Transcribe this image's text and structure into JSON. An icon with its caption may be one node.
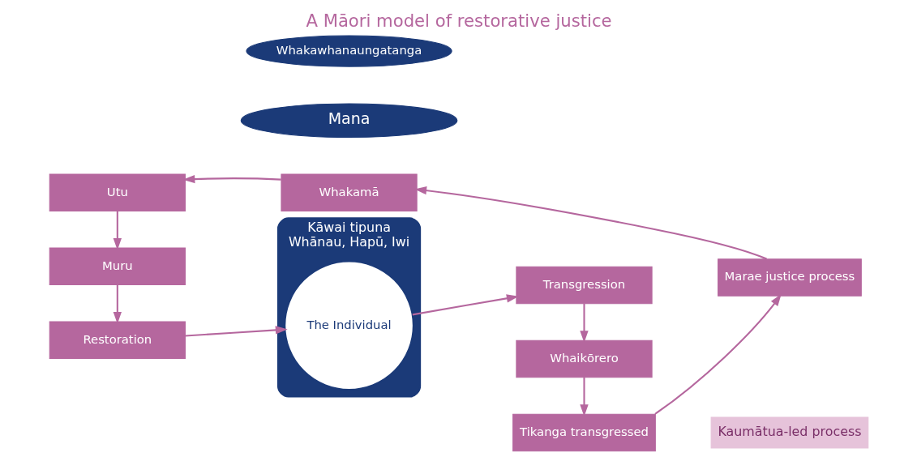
{
  "diagram": {
    "title": "A Māori model of restorative justice",
    "nodes": [
      {
        "text": [
          "Kāwai tipuna",
          "Whānau, Hapū, Iwi"
        ]
      },
      {
        "text": [
          "The Individual"
        ],
        "in": 0
      },
      {
        "text": [
          "Whakawhanaungatanga"
        ]
      },
      {
        "text": [
          "Mana"
        ]
      },
      {
        "text": [
          "Restoration"
        ]
      },
      {
        "text": [
          "Transgression"
        ]
      },
      {
        "text": [
          "Whaikōrero"
        ]
      },
      {
        "text": [
          "Tikanga transgressed"
        ]
      },
      {
        "text": [
          "Marae justice process"
        ]
      },
      {
        "text": [
          "Whakamā"
        ]
      },
      {
        "text": [
          "Utu"
        ]
      },
      {
        "text": [
          "Muru"
        ]
      },
      {
        "text": [
          "Kaumātua-led process"
        ]
      }
    ],
    "edges": [
      {
        "from": 4,
        "to": 1,
        "arrow": "to"
      },
      {
        "from": 1,
        "to": 5,
        "arrow": "to"
      },
      {
        "from": 5,
        "to": 6,
        "arrow": "to"
      },
      {
        "from": 6,
        "to": 7,
        "arrow": "to"
      },
      {
        "from": 7,
        "to": 8,
        "arrow": "to"
      },
      {
        "from": 8,
        "to": 9,
        "arrow": "to"
      },
      {
        "from": 9,
        "to": 10,
        "arrow": "to"
      },
      {
        "from": 10,
        "to": 11,
        "arrow": "to"
      },
      {
        "from": 11,
        "to": 4,
        "arrow": "to"
      }
    ]
  }
}
